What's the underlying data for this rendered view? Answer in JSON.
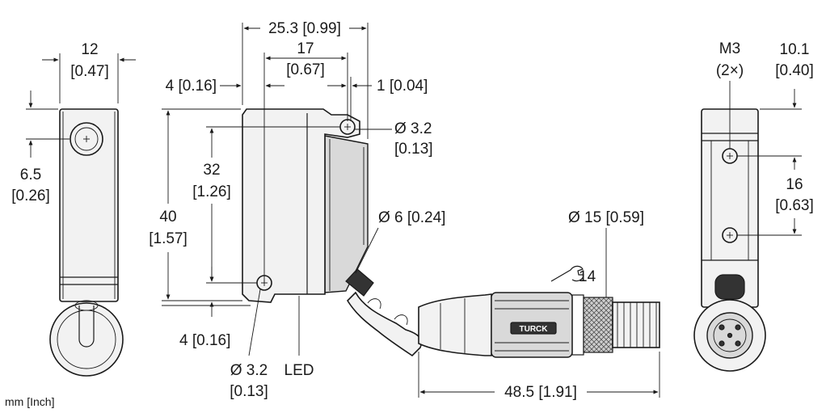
{
  "dimensions": {
    "left_width_mm": "12",
    "left_width_in": "[0.47]",
    "left_hole_offset_mm": "6.5",
    "left_hole_offset_in": "[0.26]",
    "total_width": "25.3 [0.99]",
    "hole_spacing_mm": "17",
    "hole_spacing_in": "[0.67]",
    "left_offset_top": "4 [0.16]",
    "right_offset": "1 [0.04]",
    "top_hole_dia": "Ø 3.2",
    "top_hole_dia_in": "[0.13]",
    "height_holes_mm": "32",
    "height_holes_in": "[1.26]",
    "height_total_mm": "40",
    "height_total_in": "[1.57]",
    "bottom_offset": "4 [0.16]",
    "bottom_hole_dia": "Ø 3.2",
    "bottom_hole_dia_in": "[0.13]",
    "led_label": "LED",
    "cable_dia": "Ø 6 [0.24]",
    "connector_dia": "Ø 15 [0.59]",
    "wrench_size": "14",
    "connector_length": "48.5 [1.91]",
    "thread_label": "M3",
    "thread_count": "(2×)",
    "right_width_mm": "10.1",
    "right_width_in": "[0.40]",
    "right_spacing_mm": "16",
    "right_spacing_in": "[0.63]",
    "unit_note": "mm [Inch]"
  },
  "brand": "TURCK"
}
